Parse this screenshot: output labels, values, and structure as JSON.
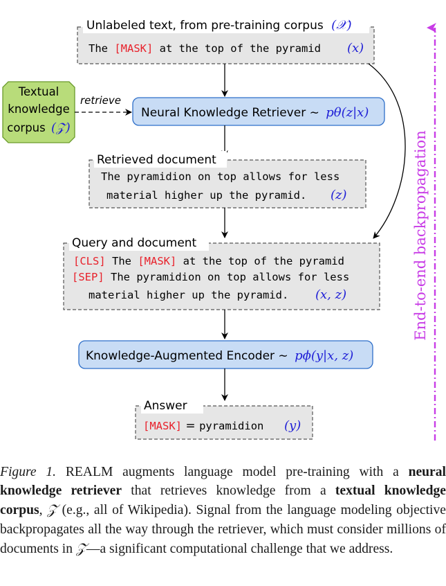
{
  "input_box": {
    "label": "Unlabeled text, from pre-training corpus",
    "label_var": "(𝒳)",
    "pre": "The ",
    "mask": "[MASK]",
    "post": " at the top of the pyramid",
    "var": "(x)"
  },
  "corpus_box": {
    "line1": "Textual",
    "line2": "knowledge",
    "line3": "corpus",
    "var": "(𝒵)"
  },
  "retrieve_label": "retrieve",
  "retriever_box": {
    "text": "Neural Knowledge Retriever ∼",
    "formula": "pθ(z|x)"
  },
  "retrieved_box": {
    "label": "Retrieved document",
    "line1": "The pyramidion on top allows for less",
    "line2": "material higher up the pyramid.",
    "var": "(z)"
  },
  "query_box": {
    "label": "Query and document",
    "cls": "[CLS]",
    "line1_a": " The ",
    "mask": "[MASK]",
    "line1_b": " at the top of the pyramid",
    "sep": "[SEP]",
    "line2": " The pyramidion on top allows for less",
    "line3": "material higher up the pyramid.",
    "var": "(x, z)"
  },
  "encoder_box": {
    "text": "Knowledge-Augmented Encoder ∼",
    "formula": "pϕ(y|x, z)"
  },
  "answer_box": {
    "label": "Answer",
    "mask": "[MASK]",
    "eq": " = ",
    "word": "pyramidion",
    "var": "(y)"
  },
  "backprop_label": "End-to-end backpropagation",
  "caption": {
    "fig": "Figure 1.",
    "t1": " REALM augments language model pre-training with a ",
    "b1": "neural knowledge retriever",
    "t2": " that retrieves knowledge from a ",
    "b2": "textual knowledge corpus",
    "t3": ", ",
    "z1": "𝒵",
    "t4": " (e.g., all of Wikipedia). Signal from the language modeling objective backpropagates all the way through the retriever, which must consider millions of documents in ",
    "z2": "𝒵",
    "t5": "—a significant computational challenge that we address."
  },
  "colors": {
    "gray_box": "#e6e6e6",
    "blue_box": "#c8dcf5",
    "blue_border": "#2e6fc9",
    "green_box": "#b8dc7a",
    "green_border": "#6a9a2a",
    "token_red": "#e8202a",
    "var_blue": "#1f1fd6",
    "backprop_purple": "#c83ce6"
  }
}
